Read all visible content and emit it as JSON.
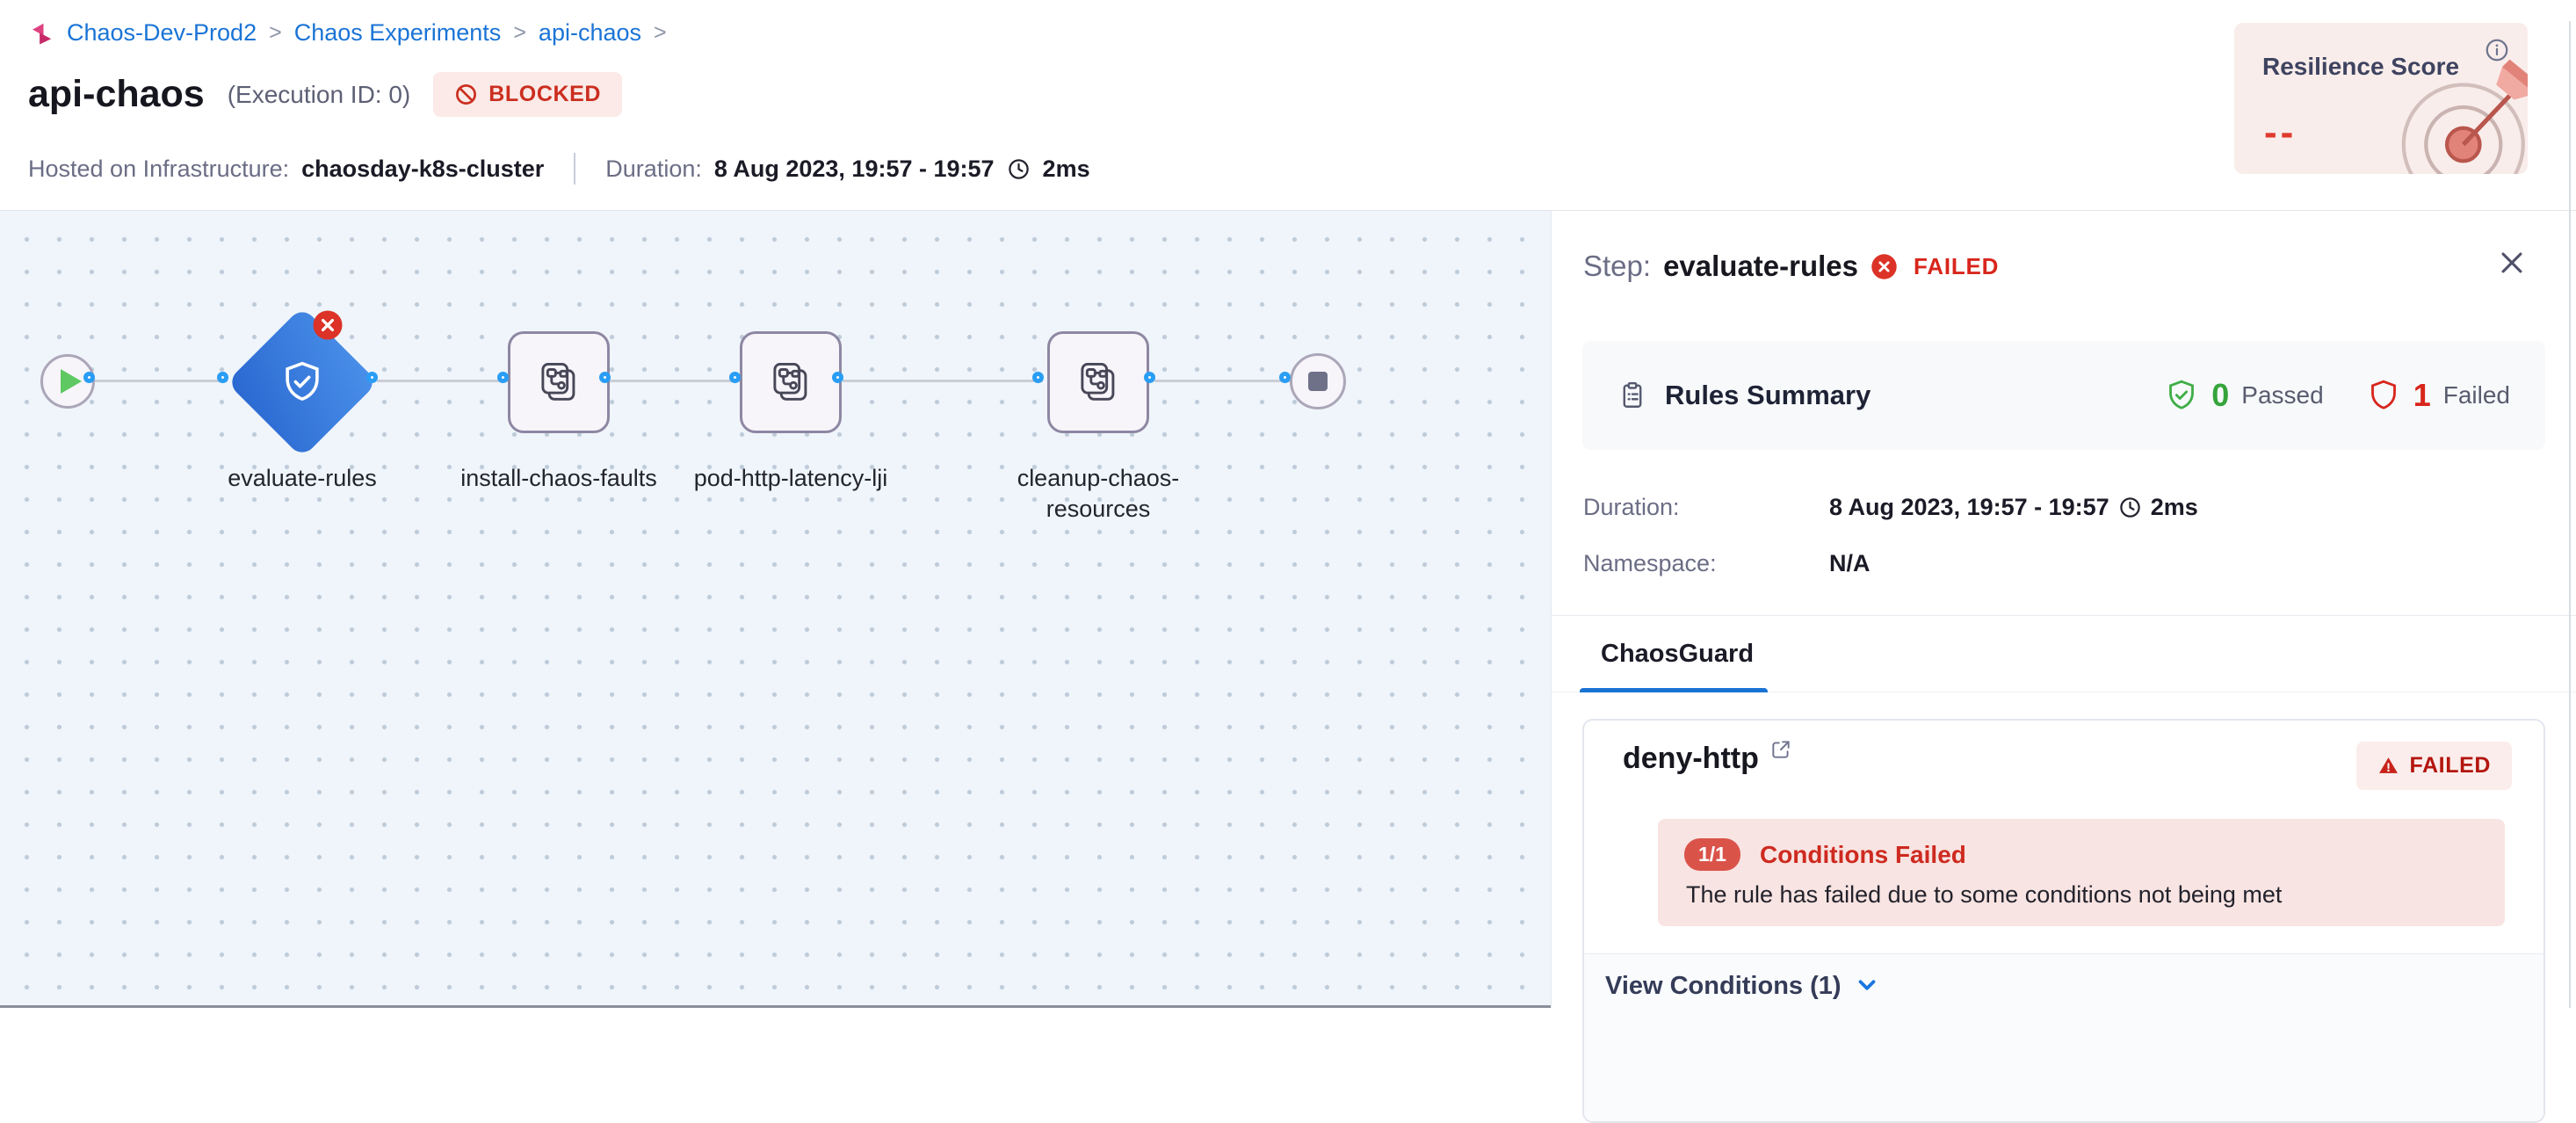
{
  "breadcrumb": {
    "items": [
      "Chaos-Dev-Prod2",
      "Chaos Experiments",
      "api-chaos"
    ],
    "separator": ">"
  },
  "header": {
    "title": "api-chaos",
    "execution_id": "(Execution ID: 0)",
    "status_badge": "BLOCKED",
    "infra_label": "Hosted on Infrastructure:",
    "infra_value": "chaosday-k8s-cluster",
    "duration_label": "Duration:",
    "duration_value": "8 Aug 2023, 19:57 - 19:57",
    "duration_elapsed": "2ms"
  },
  "resilience": {
    "title": "Resilience Score",
    "value": "--"
  },
  "pipeline": {
    "nodes": [
      {
        "id": "start",
        "type": "start"
      },
      {
        "id": "evaluate-rules",
        "type": "chaosguard",
        "label": "evaluate-rules",
        "status": "failed"
      },
      {
        "id": "install-chaos-faults",
        "type": "fault-step",
        "label": "install-chaos-faults"
      },
      {
        "id": "pod-http-latency-lji",
        "type": "fault-step",
        "label": "pod-http-latency-lji"
      },
      {
        "id": "cleanup-chaos-resources",
        "type": "fault-step",
        "label": "cleanup-chaos-resources"
      },
      {
        "id": "end",
        "type": "end"
      }
    ]
  },
  "panel": {
    "step_label": "Step:",
    "step_name": "evaluate-rules",
    "status": "FAILED",
    "rules_summary": {
      "title": "Rules Summary",
      "passed_count": "0",
      "passed_label": "Passed",
      "failed_count": "1",
      "failed_label": "Failed"
    },
    "duration_label": "Duration:",
    "duration_value": "8 Aug 2023, 19:57 - 19:57",
    "duration_elapsed": "2ms",
    "namespace_label": "Namespace:",
    "namespace_value": "N/A",
    "tab": "ChaosGuard",
    "rule_card": {
      "name": "deny-http",
      "status": "FAILED",
      "conditions_ratio": "1/1",
      "conditions_title": "Conditions Failed",
      "conditions_message": "The rule has failed due to some conditions not being met",
      "footer": "View Conditions (1)"
    }
  },
  "icons": {
    "breadcrumb_module": "chaos-module",
    "status_badge": "no-entry",
    "duration": "clock",
    "resilience_info": "info-circle",
    "resilience_art": "dartboard-target",
    "step_status": "x-circle",
    "close": "x",
    "rules_summary": "clipboard",
    "passed": "shield-check",
    "failed": "shield",
    "rule_link": "external-link",
    "rule_status": "warning-triangle",
    "view_conditions": "chevron-down",
    "start_node": "play",
    "end_node": "stop",
    "guard_node": "shield-check",
    "fault_node": "chaos-fault-steps"
  },
  "colors": {
    "link_blue": "#1a74d6",
    "accent_blue": "#1a73d3",
    "port_blue": "#2a9df4",
    "error_red": "#d8261c",
    "success_green": "#35a43b",
    "brand_pink": "#d6336c",
    "node_blue_gradient_start": "#4a90e9",
    "node_blue_gradient_end": "#2a68d1",
    "blocked_badge_bg": "#fbeae7",
    "alert_bg": "#f8e4e2",
    "resilience_card_bg": "#f9edeb"
  }
}
